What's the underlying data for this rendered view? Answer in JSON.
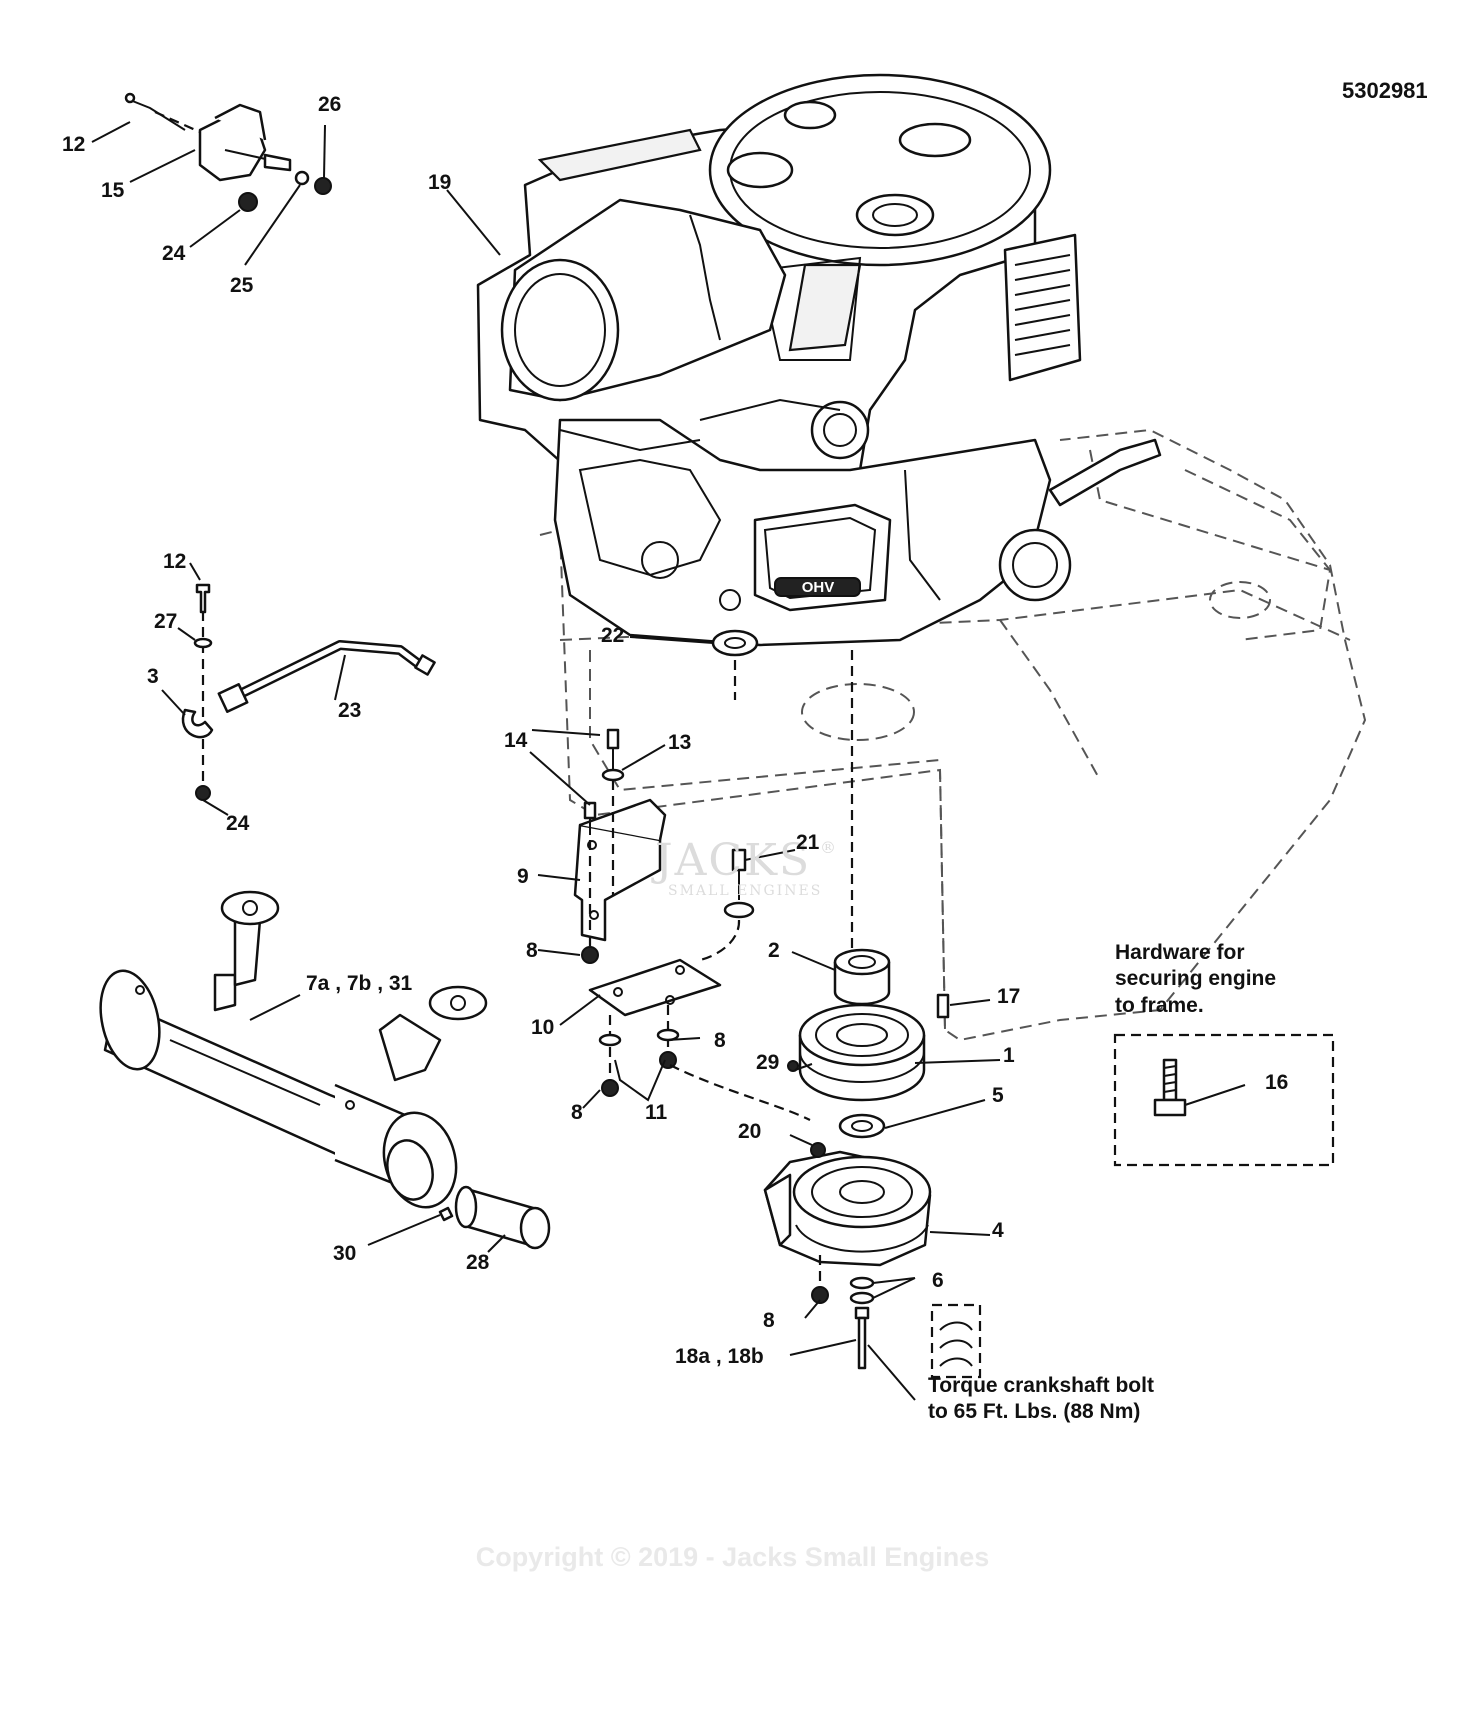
{
  "diagram_id": "5302981",
  "watermark": {
    "line1": "JACKS",
    "line2": "SMALL ENGINES",
    "mark": "®"
  },
  "copyright": "Copyright © 2019 - Jacks Small Engines",
  "notes": {
    "hardware": [
      "Hardware for",
      "securing engine",
      "to frame."
    ],
    "torque": [
      "Torque crankshaft bolt",
      "to 65 Ft. Lbs. (88 Nm)"
    ]
  },
  "engine_badge": "OHV",
  "callouts": [
    {
      "id": "c12a",
      "text": "12"
    },
    {
      "id": "c15",
      "text": "15"
    },
    {
      "id": "c24a",
      "text": "24"
    },
    {
      "id": "c25",
      "text": "25"
    },
    {
      "id": "c26",
      "text": "26"
    },
    {
      "id": "c19",
      "text": "19"
    },
    {
      "id": "c12b",
      "text": "12"
    },
    {
      "id": "c27",
      "text": "27"
    },
    {
      "id": "c3",
      "text": "3"
    },
    {
      "id": "c23",
      "text": "23"
    },
    {
      "id": "c24b",
      "text": "24"
    },
    {
      "id": "c22",
      "text": "22"
    },
    {
      "id": "c14",
      "text": "14"
    },
    {
      "id": "c13",
      "text": "13"
    },
    {
      "id": "c21",
      "text": "21"
    },
    {
      "id": "c9",
      "text": "9"
    },
    {
      "id": "c8a",
      "text": "8"
    },
    {
      "id": "c10",
      "text": "10"
    },
    {
      "id": "c11",
      "text": "11"
    },
    {
      "id": "c8b",
      "text": "8"
    },
    {
      "id": "c8c",
      "text": "8"
    },
    {
      "id": "c7",
      "text": "7a , 7b , 31"
    },
    {
      "id": "c30",
      "text": "30"
    },
    {
      "id": "c28",
      "text": "28"
    },
    {
      "id": "c2",
      "text": "2"
    },
    {
      "id": "c1",
      "text": "1"
    },
    {
      "id": "c29",
      "text": "29"
    },
    {
      "id": "c5",
      "text": "5"
    },
    {
      "id": "c20",
      "text": "20"
    },
    {
      "id": "c4",
      "text": "4"
    },
    {
      "id": "c6",
      "text": "6"
    },
    {
      "id": "c8d",
      "text": "8"
    },
    {
      "id": "c18",
      "text": "18a , 18b"
    },
    {
      "id": "c17",
      "text": "17"
    },
    {
      "id": "c16",
      "text": "16"
    }
  ]
}
